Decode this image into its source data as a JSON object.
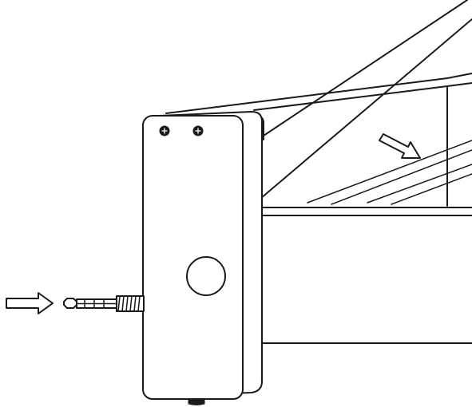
{
  "figure": {
    "description_free": true,
    "colors": {
      "line": "#1a1a1a",
      "fill": "#ffffff"
    },
    "icons": {
      "insert_arrow_left": "outline-arrow-right",
      "insert_arrow_top": "outline-arrow-down-right",
      "screw": "phillips-screw",
      "anchor": "threaded-pin-anchor"
    }
  }
}
